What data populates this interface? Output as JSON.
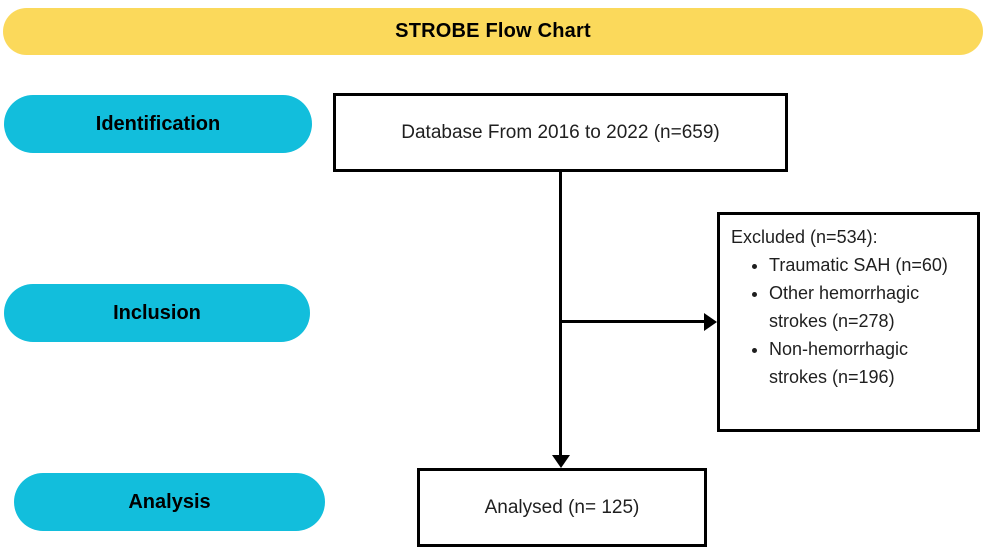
{
  "title": "STROBE Flow Chart",
  "stages": [
    {
      "label": "Identification"
    },
    {
      "label": "Inclusion"
    },
    {
      "label": "Analysis"
    }
  ],
  "flow": {
    "database": {
      "label": "Database From 2016 to 2022 (n=659)"
    },
    "excluded": {
      "heading": "Excluded (n=534):",
      "items": [
        "Traumatic SAH (n=60)",
        "Other hemorrhagic strokes (n=278)",
        "Non-hemorrhagic strokes (n=196)"
      ]
    },
    "analysed": {
      "label": "Analysed (n= 125)"
    }
  },
  "colors": {
    "banner_yellow": "#FBD95B",
    "stage_cyan": "#12BEDC",
    "border_black": "#000000",
    "text_dark": "#1F1F1F"
  }
}
